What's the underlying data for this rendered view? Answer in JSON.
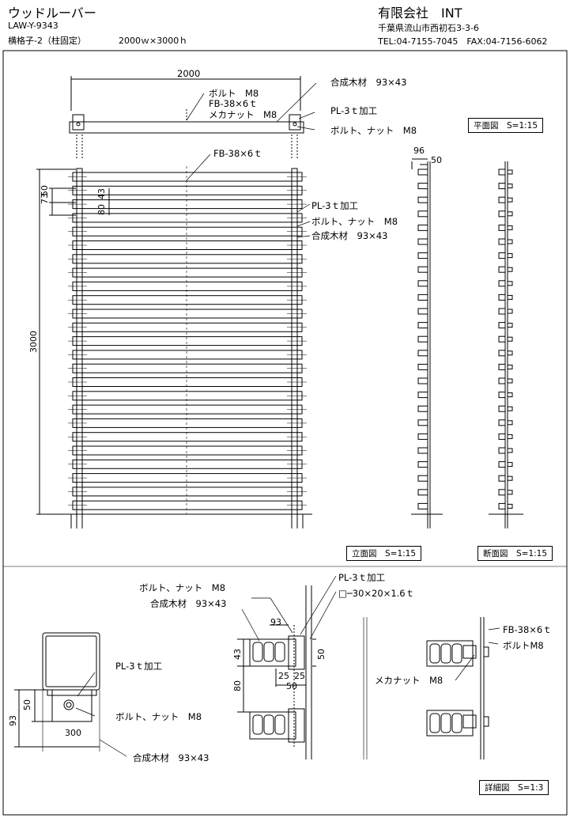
{
  "header": {
    "title": "ウッドルーバー",
    "code": "LAW-Y-9343",
    "subtitle": "横格子-2（柱固定）",
    "size": "2000ｗ×3000ｈ",
    "company": "有限会社　INT",
    "address": "千葉県流山市西初石3-3-6",
    "contact": "TEL:04-7155-7045　FAX:04-7156-6062"
  },
  "plan_view": {
    "dim_width": "2000",
    "label_bolt": "ボルト　M8",
    "label_fb": "FB-38×6ｔ",
    "label_nut": "メカナット　M8",
    "label_wood": "合成木材　93×43",
    "label_pl": "PL-3ｔ加工",
    "label_boltnut": "ボルト、ナット　M8",
    "scale": "平面図　S=1:15"
  },
  "elevation_view": {
    "label_fb": "FB-38×6ｔ",
    "label_pl": "PL-3ｔ加工",
    "label_boltnut": "ボルト、ナット　M8",
    "label_wood": "合成木材　93×43",
    "dim_73": "73",
    "dim_50": "50",
    "dim_80": "80",
    "dim_43": "43",
    "dim_3000": "3000",
    "scale": "立面図　S=1:15"
  },
  "section_view": {
    "dim_96": "96",
    "dim_50": "50",
    "scale": "断面図　S=1:15"
  },
  "detail_view": {
    "label_pl": "PL-3ｔ加工",
    "label_pipe": "□─30×20×1.6ｔ",
    "label_boltnut": "ボルト、ナット　M8",
    "label_wood": "合成木材　93×43",
    "label_pl_left": "PL-3ｔ加工",
    "label_boltnut_left": "ボルト、ナット　M8",
    "label_wood_left": "合成木材　93×43",
    "label_fb": "FB-38×6ｔ",
    "label_boltm8": "ボルトM8",
    "label_mecha": "メカナット　M8",
    "dim_93": "93",
    "dim_50": "50",
    "dim_300": "300",
    "dim_93b": "93",
    "dim_43": "43",
    "dim_80": "80",
    "dim_50b": "50",
    "dim_25a": "25",
    "dim_25b": "25",
    "dim_50c": "50",
    "scale": "詳細図　S=1:3"
  }
}
